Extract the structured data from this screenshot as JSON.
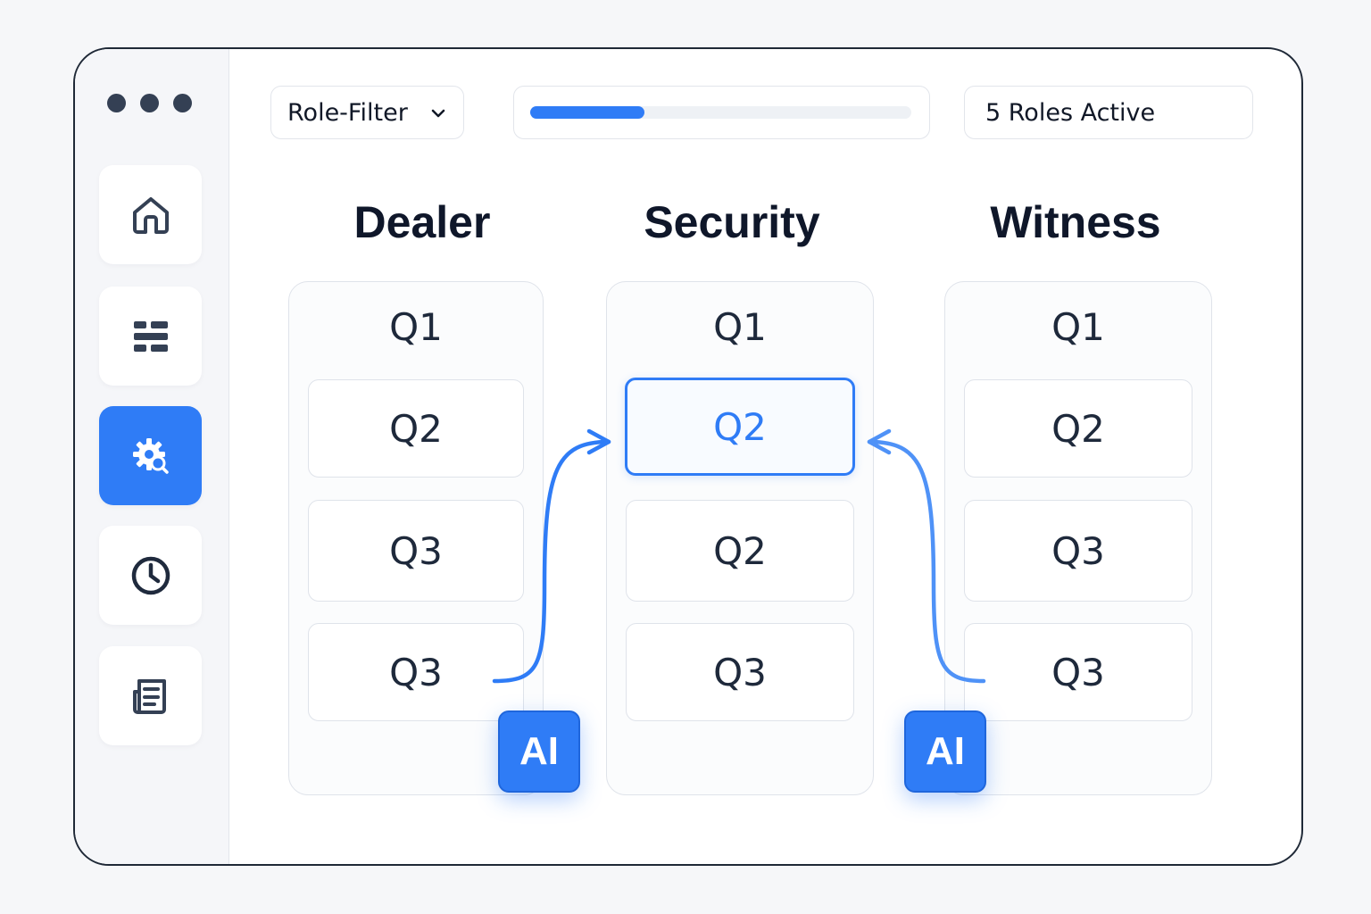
{
  "toolbar": {
    "role_filter_label": "Role-Filter",
    "progress_fraction": 0.3,
    "status_text": "5 Roles Active"
  },
  "sidebar": {
    "items": [
      {
        "icon": "home-icon",
        "active": false
      },
      {
        "icon": "grid-icon",
        "active": false
      },
      {
        "icon": "gear-icon",
        "active": true
      },
      {
        "icon": "clock-icon",
        "active": false
      },
      {
        "icon": "document-icon",
        "active": false
      }
    ]
  },
  "columns": [
    {
      "title": "Dealer",
      "header": "Q1",
      "cards": [
        "Q2",
        "Q3",
        "Q3"
      ]
    },
    {
      "title": "Security",
      "header": "Q1",
      "cards": [
        "Q2",
        "Q2",
        "Q3"
      ]
    },
    {
      "title": "Witness",
      "header": "Q1",
      "cards": [
        "Q2",
        "Q3",
        "Q3"
      ]
    }
  ],
  "badges": [
    "AI",
    "AI"
  ],
  "colors": {
    "accent": "#2f7cf6",
    "text": "#1e293b",
    "border": "#dfe3ea"
  }
}
